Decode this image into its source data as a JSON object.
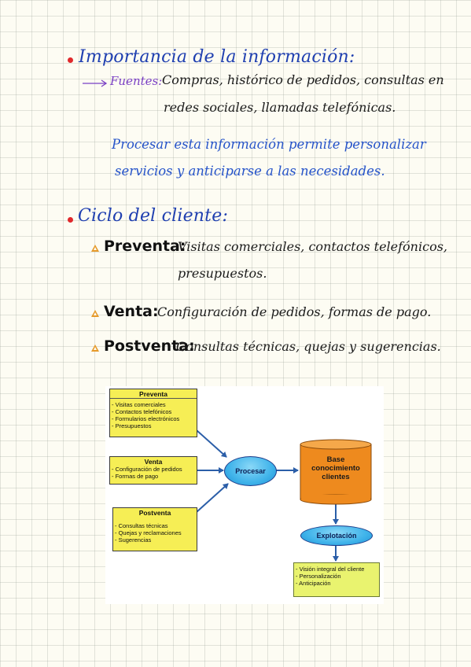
{
  "section1": {
    "heading": "Importancia de la información:",
    "sources_label": "Fuentes:",
    "sources_line1": "Compras, histórico de pedidos, consultas en",
    "sources_line2": "redes sociales, llamadas telefónicas.",
    "note_line1": "Procesar esta información permite personalizar",
    "note_line2": "servicios y anticiparse a las necesidades."
  },
  "section2": {
    "heading": "Ciclo del cliente:",
    "items": [
      {
        "label": "Preventa:",
        "line1": "Visitas comerciales, contactos telefónicos,",
        "line2": "presupuestos."
      },
      {
        "label": "Venta:",
        "line1": "Configuración de pedidos, formas de pago."
      },
      {
        "label": "Postventa:",
        "line1": "Consultas técnicas, quejas y sugerencias."
      }
    ]
  },
  "diagram": {
    "preventa": {
      "title": "Preventa",
      "lines": [
        "- Visitas comerciales",
        "- Contactos telefónicos",
        "- Formularios electrónicos",
        "- Presupuestos"
      ]
    },
    "venta": {
      "title": "Venta",
      "lines": [
        "- Configuración de pedidos",
        "- Formas de pago"
      ]
    },
    "postventa": {
      "title": "Postventa",
      "lines": [
        "- Consultas técnicas",
        "- Quejas y reclamaciones",
        "- Sugerencias"
      ]
    },
    "procesar": "Procesar",
    "base": [
      "Base",
      "conocimiento",
      "clientes"
    ],
    "explotacion": "Explotación",
    "result": {
      "lines": [
        "- Visión integral del cliente",
        "- Personalización",
        "- Anticipación"
      ]
    }
  },
  "colors": {
    "heading": "#1f3fb0",
    "bullet": "#e0292c",
    "fuentes": "#7a3fc4",
    "note": "#2553c9",
    "triangle": "#e69a2a",
    "box_yellow": "#f6ee55",
    "cylinder": "#ee8a1e",
    "ellipse": "#3fb3ea",
    "arrow": "#2b5ea8"
  }
}
